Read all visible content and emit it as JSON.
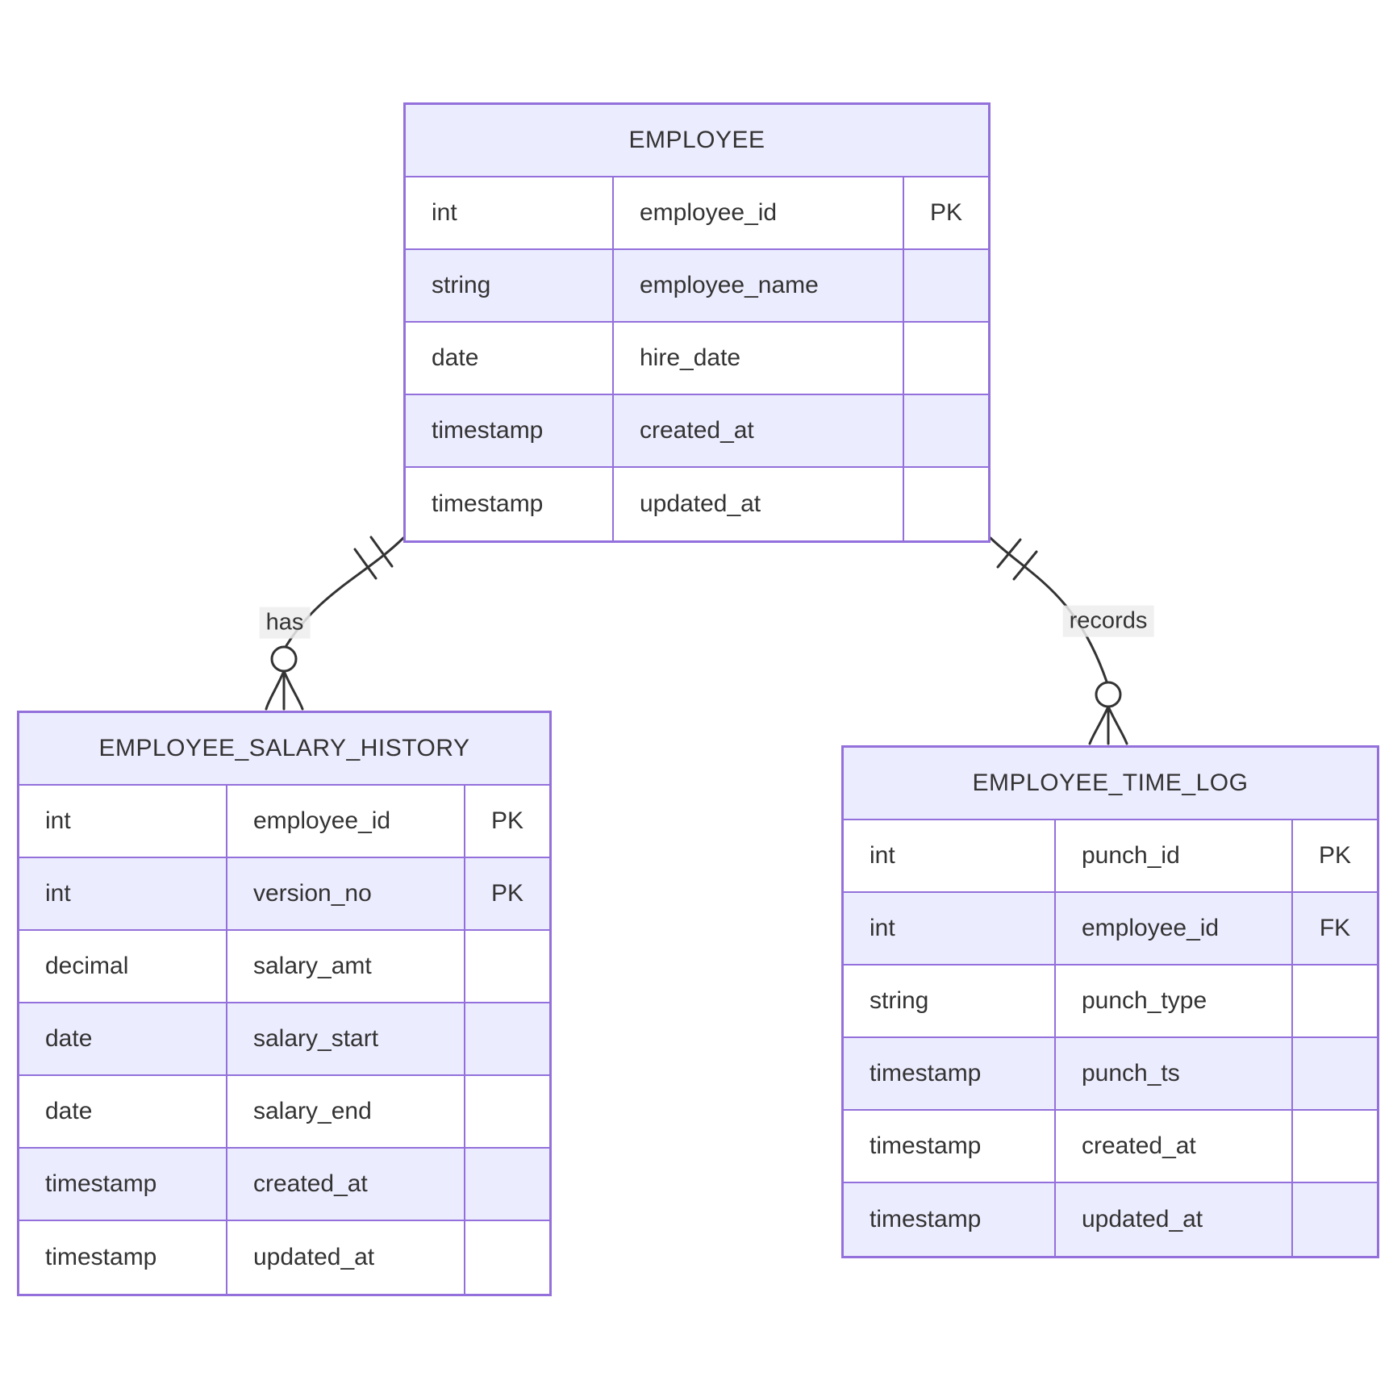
{
  "diagram": {
    "kind": "er-diagram",
    "colors": {
      "border": "#9370DB",
      "header_fill": "#ECECFF",
      "row_alt_fill": "#ECECFF",
      "row_fill": "#ffffff",
      "line": "#333333",
      "text": "#333333"
    },
    "entities": [
      {
        "title": "EMPLOYEE",
        "rows": [
          {
            "type": "int",
            "name": "employee_id",
            "key": "PK"
          },
          {
            "type": "string",
            "name": "employee_name",
            "key": ""
          },
          {
            "type": "date",
            "name": "hire_date",
            "key": ""
          },
          {
            "type": "timestamp",
            "name": "created_at",
            "key": ""
          },
          {
            "type": "timestamp",
            "name": "updated_at",
            "key": ""
          }
        ]
      },
      {
        "title": "EMPLOYEE_SALARY_HISTORY",
        "rows": [
          {
            "type": "int",
            "name": "employee_id",
            "key": "PK"
          },
          {
            "type": "int",
            "name": "version_no",
            "key": "PK"
          },
          {
            "type": "decimal",
            "name": "salary_amt",
            "key": ""
          },
          {
            "type": "date",
            "name": "salary_start",
            "key": ""
          },
          {
            "type": "date",
            "name": "salary_end",
            "key": ""
          },
          {
            "type": "timestamp",
            "name": "created_at",
            "key": ""
          },
          {
            "type": "timestamp",
            "name": "updated_at",
            "key": ""
          }
        ]
      },
      {
        "title": "EMPLOYEE_TIME_LOG",
        "rows": [
          {
            "type": "int",
            "name": "punch_id",
            "key": "PK"
          },
          {
            "type": "int",
            "name": "employee_id",
            "key": "FK"
          },
          {
            "type": "string",
            "name": "punch_type",
            "key": ""
          },
          {
            "type": "timestamp",
            "name": "punch_ts",
            "key": ""
          },
          {
            "type": "timestamp",
            "name": "created_at",
            "key": ""
          },
          {
            "type": "timestamp",
            "name": "updated_at",
            "key": ""
          }
        ]
      }
    ],
    "relationships": [
      {
        "label": "has",
        "from": "EMPLOYEE",
        "to": "EMPLOYEE_SALARY_HISTORY",
        "cardinality": "one-to-zero-or-many"
      },
      {
        "label": "records",
        "from": "EMPLOYEE",
        "to": "EMPLOYEE_TIME_LOG",
        "cardinality": "one-to-zero-or-many"
      }
    ]
  }
}
